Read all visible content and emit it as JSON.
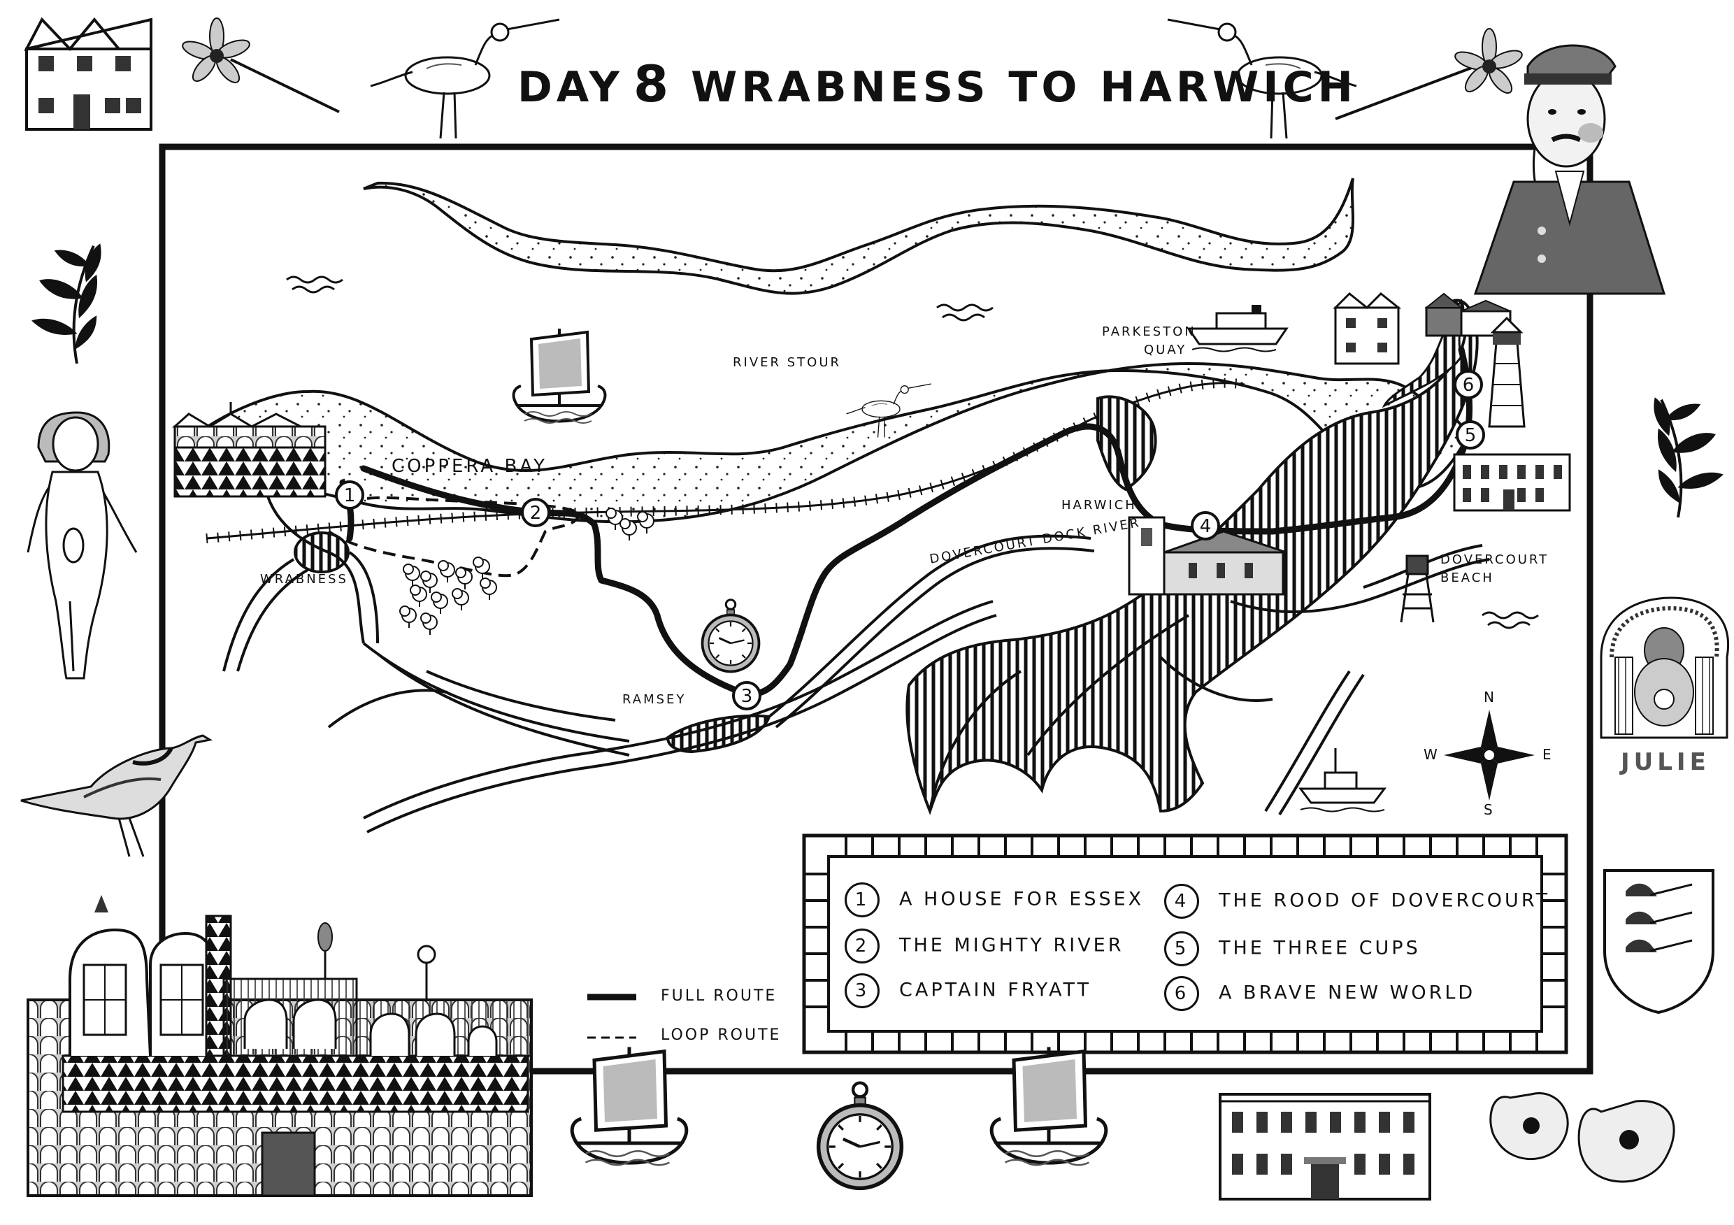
{
  "title": {
    "prefix": "DAY",
    "day": "8",
    "route": "WRABNESS TO HARWICH"
  },
  "places": {
    "river_stour": "RIVER STOUR",
    "parkeston_quay_1": "PARKESTON",
    "parkeston_quay_2": "QUAY",
    "coppera_bay": "COPPERA BAY",
    "wrabness": "WRABNESS",
    "harwich": "HARWICH",
    "dovercourt_dock_river": "DOVERCOURT DOCK RIVER",
    "dovercourt_beach_1": "DOVERCOURT",
    "dovercourt_beach_2": "BEACH",
    "ramsey": "RAMSEY"
  },
  "markers": [
    "1",
    "2",
    "3",
    "4",
    "5",
    "6"
  ],
  "legend": {
    "items": [
      {
        "num": "1",
        "label": "A HOUSE FOR ESSEX"
      },
      {
        "num": "2",
        "label": "THE MIGHTY RIVER"
      },
      {
        "num": "3",
        "label": "CAPTAIN FRYATT"
      },
      {
        "num": "4",
        "label": "THE ROOD OF DOVERCOURT"
      },
      {
        "num": "5",
        "label": "THE THREE CUPS"
      },
      {
        "num": "6",
        "label": "A BRAVE NEW WORLD"
      }
    ],
    "full_route": "FULL ROUTE",
    "loop_route": "LOOP ROUTE"
  },
  "compass": {
    "n": "N",
    "s": "S",
    "e": "E",
    "w": "W"
  },
  "portrait_caption": "JULIE",
  "colors": {
    "ink": "#111111",
    "paper": "#ffffff",
    "grey": "#8a8a8a"
  },
  "icons": [
    "house-icon",
    "flower-icon",
    "wading-bird-icon",
    "sailor-portrait-icon",
    "fern-icon",
    "figure-icon",
    "small-bird-icon",
    "ornate-house-icon",
    "ship-icon",
    "pocket-watch-icon",
    "manor-house-icon",
    "poppy-icon",
    "shield-icon",
    "lighthouse-icon",
    "compass-icon"
  ]
}
